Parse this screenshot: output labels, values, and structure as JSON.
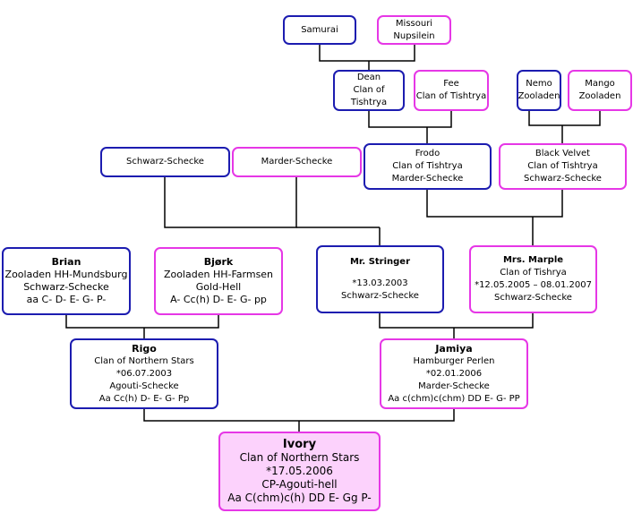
{
  "tree": {
    "samurai": {
      "lines": [
        "Samurai"
      ]
    },
    "missouri": {
      "lines": [
        "Missouri",
        "Nupsilein"
      ]
    },
    "dean": {
      "lines": [
        "Dean",
        "Clan of Tishtrya"
      ]
    },
    "fee": {
      "lines": [
        "Fee",
        "Clan of Tishtrya"
      ]
    },
    "nemo": {
      "lines": [
        "Nemo",
        "Zooladen"
      ]
    },
    "mango": {
      "lines": [
        "Mango",
        "Zooladen"
      ]
    },
    "schwarz": {
      "lines": [
        "Schwarz-Schecke"
      ]
    },
    "marder": {
      "lines": [
        "Marder-Schecke"
      ]
    },
    "frodo": {
      "lines": [
        "Frodo",
        "Clan of Tishtrya",
        "Marder-Schecke"
      ]
    },
    "black": {
      "lines": [
        "Black Velvet",
        "Clan of Tishtrya",
        "Schwarz-Schecke"
      ]
    },
    "brian": {
      "name": "Brian",
      "lines": [
        "Zooladen HH-Mundsburg",
        "Schwarz-Schecke",
        "aa C- D- E- G- P-"
      ]
    },
    "bjork": {
      "name": "Bjørk",
      "lines": [
        "Zooladen HH-Farmsen",
        "Gold-Hell",
        "A- Cc(h) D- E- G- pp"
      ]
    },
    "stringer": {
      "name": "Mr. Stringer",
      "lines": [
        "*13.03.2003",
        "Schwarz-Schecke"
      ]
    },
    "marple": {
      "name": "Mrs. Marple",
      "lines": [
        "Clan of Tishrya",
        "*12.05.2005 – 08.01.2007",
        "Schwarz-Schecke"
      ]
    },
    "rigo": {
      "name": "Rigo",
      "lines": [
        "Clan of Northern Stars",
        "*06.07.2003",
        "Agouti-Schecke",
        "Aa Cc(h) D- E- G- Pp"
      ]
    },
    "jamiya": {
      "name": "Jamiya",
      "lines": [
        "Hamburger Perlen",
        "*02.01.2006",
        "Marder-Schecke",
        "Aa c(chm)c(chm) DD E- G- PP"
      ]
    },
    "ivory": {
      "name": "Ivory",
      "lines": [
        "Clan of Northern Stars",
        "*17.05.2006",
        "CP-Agouti-hell",
        "Aa C(chm)c(h) DD E- Gg P-"
      ]
    }
  },
  "colors": {
    "male_border": "#1c1cb0",
    "female_border": "#e637e6",
    "highlight_fill": "#fcd2fc",
    "connector": "#000000"
  }
}
